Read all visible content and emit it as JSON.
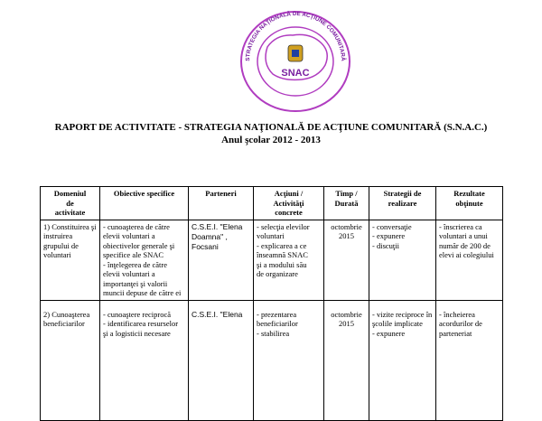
{
  "logo": {
    "arc_text": "STRATEGIA NAŢIONALĂ DE ACŢIUNE COMUNITARĂ",
    "center_text": "SNAC",
    "accent_color": "#b03cc0",
    "text_color": "#7a1fa0"
  },
  "report": {
    "title": "RAPORT DE ACTIVITATE - STRATEGIA NAŢIONALĂ DE ACŢIUNE COMUNITARĂ (S.N.A.C.)",
    "subtitle": "Anul şcolar 2012 - 2013"
  },
  "table": {
    "headers": [
      [
        "Domeniul",
        "de",
        "activitate"
      ],
      [
        "Obiective specifice"
      ],
      [
        "Parteneri"
      ],
      [
        "Acţiuni /",
        "Activităţi",
        "concrete"
      ],
      [
        "Timp /",
        "Durată"
      ],
      [
        "Strategii de",
        "realizare"
      ],
      [
        "Rezultate",
        "obţinute"
      ]
    ],
    "rows": [
      {
        "domain": [
          "1) Constituirea şi",
          "instruirea",
          "grupului de",
          "voluntari"
        ],
        "objectives": [
          "- cunoaşterea de către",
          "elevii voluntari a",
          "obiectivelor generale şi",
          "specifice ale SNAC",
          "- înţelegerea de către",
          "elevii voluntari a",
          "importanţei şi valorii",
          "muncii depuse de către ei"
        ],
        "partners": [
          "C.S.E.I. \"Elena",
          "Doamna\" ,",
          "Focsani"
        ],
        "actions": [
          "- selecţia elevilor",
          "voluntari",
          "- explicarea a ce",
          "înseamnă SNAC",
          "şi a modului său",
          "de organizare"
        ],
        "time": [
          "octombrie",
          "2015"
        ],
        "strategies": [
          "- conversaţie",
          "- expunere",
          "- discuţii"
        ],
        "results": [
          "- înscrierea ca",
          "voluntari a unui",
          "număr de 200 de",
          "elevi ai colegiului"
        ]
      },
      {
        "domain": [
          "2) Cunoaşterea",
          "beneficiarilor"
        ],
        "objectives": [
          "- cunoaştere reciprocă",
          "- identificarea resurselor",
          "şi a logisticii necesare"
        ],
        "partners": [
          "",
          "",
          "C.S.E.I. \"Elena"
        ],
        "actions": [
          "- prezentarea",
          "beneficiarilor",
          "- stabilirea"
        ],
        "time": [
          "octombrie",
          "2015"
        ],
        "strategies": [
          "- vizite reciproce în",
          "şcolile implicate",
          "- expunere"
        ],
        "results": [
          "- încheierea",
          "acordurilor de",
          "parteneriat"
        ]
      }
    ]
  }
}
